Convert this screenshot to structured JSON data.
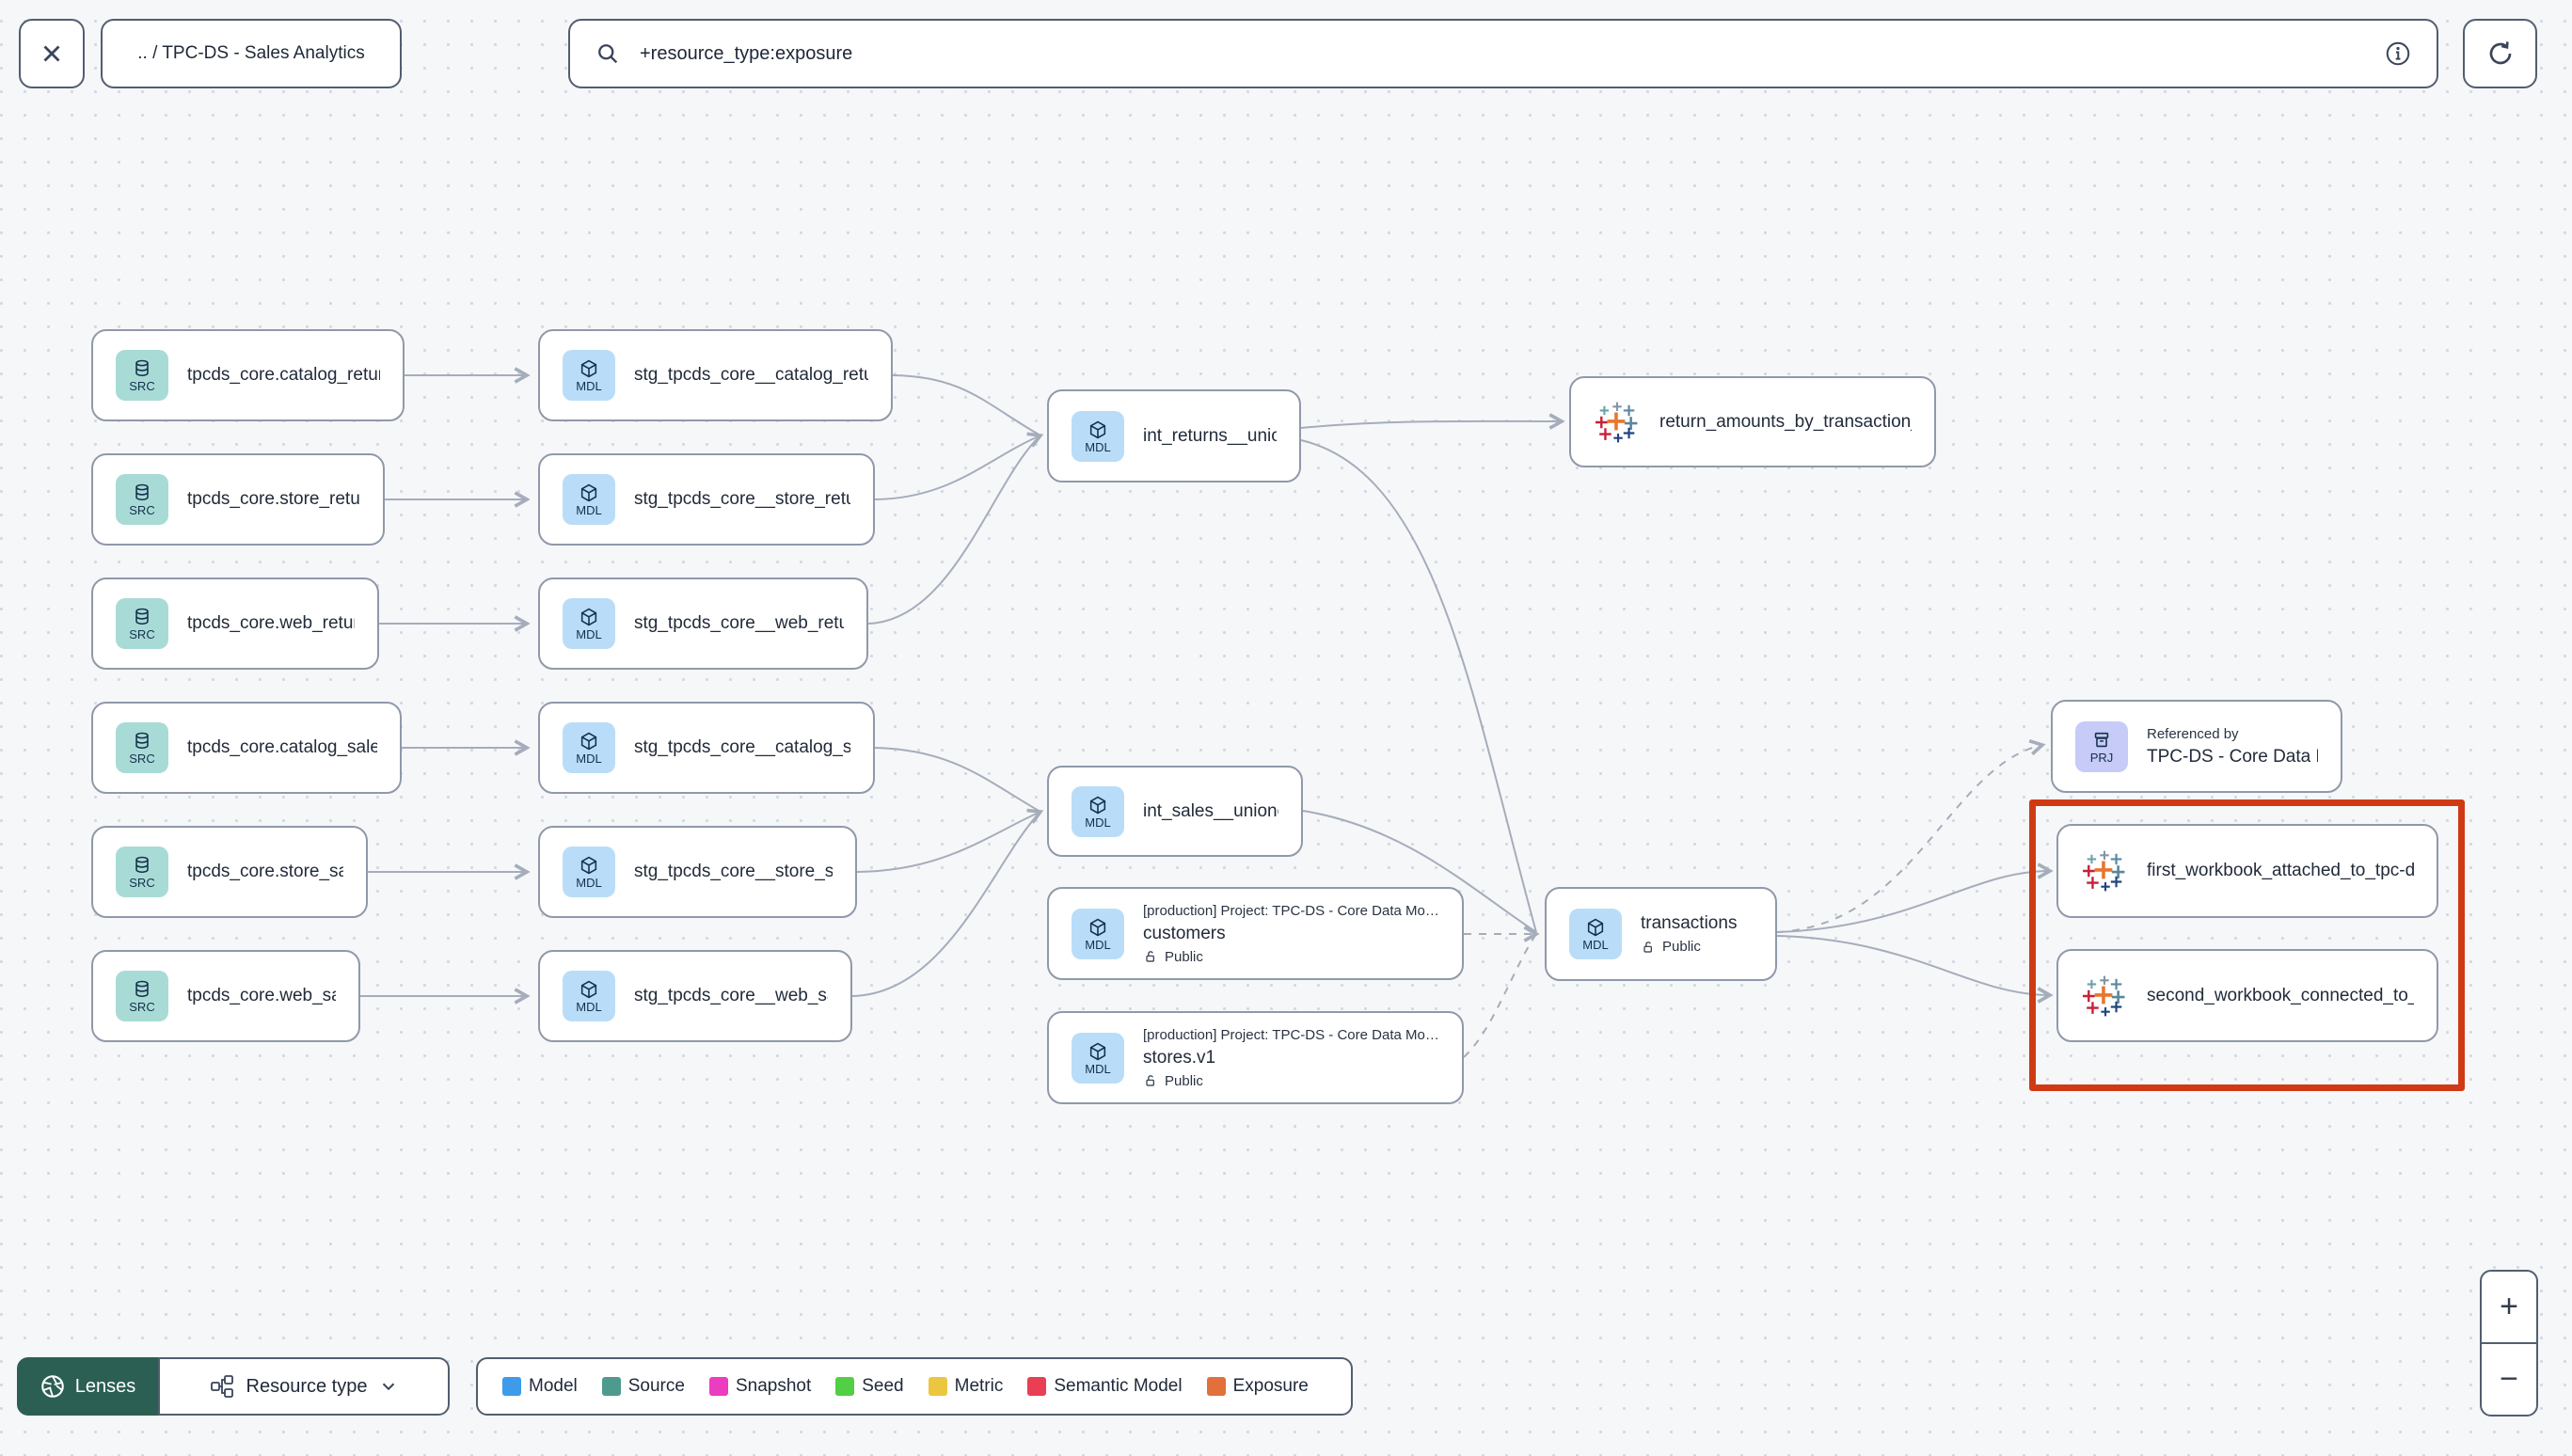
{
  "toolbar": {
    "breadcrumb": ".. / TPC-DS - Sales Analytics",
    "search_value": "+resource_type:exposure"
  },
  "nodes": [
    {
      "id": "src_catalog_returns",
      "type": "source",
      "icon_label": "SRC",
      "label": "tpcds_core.catalog_returns"
    },
    {
      "id": "src_store_returns",
      "type": "source",
      "icon_label": "SRC",
      "label": "tpcds_core.store_returns"
    },
    {
      "id": "src_web_returns",
      "type": "source",
      "icon_label": "SRC",
      "label": "tpcds_core.web_returns"
    },
    {
      "id": "src_catalog_sales",
      "type": "source",
      "icon_label": "SRC",
      "label": "tpcds_core.catalog_sales"
    },
    {
      "id": "src_store_sales",
      "type": "source",
      "icon_label": "SRC",
      "label": "tpcds_core.store_sales"
    },
    {
      "id": "src_web_sales",
      "type": "source",
      "icon_label": "SRC",
      "label": "tpcds_core.web_sales"
    },
    {
      "id": "stg_catalog_returns",
      "type": "model",
      "icon_label": "MDL",
      "label": "stg_tpcds_core__catalog_returns"
    },
    {
      "id": "stg_store_returns",
      "type": "model",
      "icon_label": "MDL",
      "label": "stg_tpcds_core__store_returns"
    },
    {
      "id": "stg_web_returns",
      "type": "model",
      "icon_label": "MDL",
      "label": "stg_tpcds_core__web_returns"
    },
    {
      "id": "stg_catalog_sales",
      "type": "model",
      "icon_label": "MDL",
      "label": "stg_tpcds_core__catalog_sales"
    },
    {
      "id": "stg_store_sales",
      "type": "model",
      "icon_label": "MDL",
      "label": "stg_tpcds_core__store_sales"
    },
    {
      "id": "stg_web_sales",
      "type": "model",
      "icon_label": "MDL",
      "label": "stg_tpcds_core__web_sales"
    },
    {
      "id": "int_returns",
      "type": "model",
      "icon_label": "MDL",
      "label": "int_returns__unioned"
    },
    {
      "id": "int_sales",
      "type": "model",
      "icon_label": "MDL",
      "label": "int_sales__unioned"
    },
    {
      "id": "return_amounts",
      "type": "exposure",
      "label": "return_amounts_by_transaction_type"
    },
    {
      "id": "customers",
      "type": "model",
      "icon_label": "MDL",
      "top_label": "[production] Project: TPC-DS - Core Data Mo…",
      "label": "customers",
      "visibility": "Public"
    },
    {
      "id": "stores",
      "type": "model",
      "icon_label": "MDL",
      "top_label": "[production] Project: TPC-DS - Core Data Mo…",
      "label": "stores.v1",
      "visibility": "Public"
    },
    {
      "id": "transactions",
      "type": "model",
      "icon_label": "MDL",
      "label": "transactions",
      "visibility": "Public"
    },
    {
      "id": "prj",
      "type": "project",
      "icon_label": "PRJ",
      "top_label": "Referenced by",
      "label": "TPC-DS - Core Data Models"
    },
    {
      "id": "first_workbook",
      "type": "exposure",
      "label": "first_workbook_attached_to_tpc-ds_-_…"
    },
    {
      "id": "second_workbook",
      "type": "exposure",
      "label": "second_workbook_connected_to_live…"
    }
  ],
  "legend": {
    "items": [
      {
        "label": "Model",
        "color": "#3d9be9"
      },
      {
        "label": "Source",
        "color": "#4f9a8f"
      },
      {
        "label": "Snapshot",
        "color": "#ec3cc0"
      },
      {
        "label": "Seed",
        "color": "#52cf44"
      },
      {
        "label": "Metric",
        "color": "#eac73e"
      },
      {
        "label": "Semantic Model",
        "color": "#ea3e55"
      },
      {
        "label": "Exposure",
        "color": "#e2703c"
      }
    ]
  },
  "controls": {
    "lenses": "Lenses",
    "resource_type": "Resource type",
    "zoom_in": "+",
    "zoom_out": "−"
  },
  "highlight_color": "#cf3a15"
}
